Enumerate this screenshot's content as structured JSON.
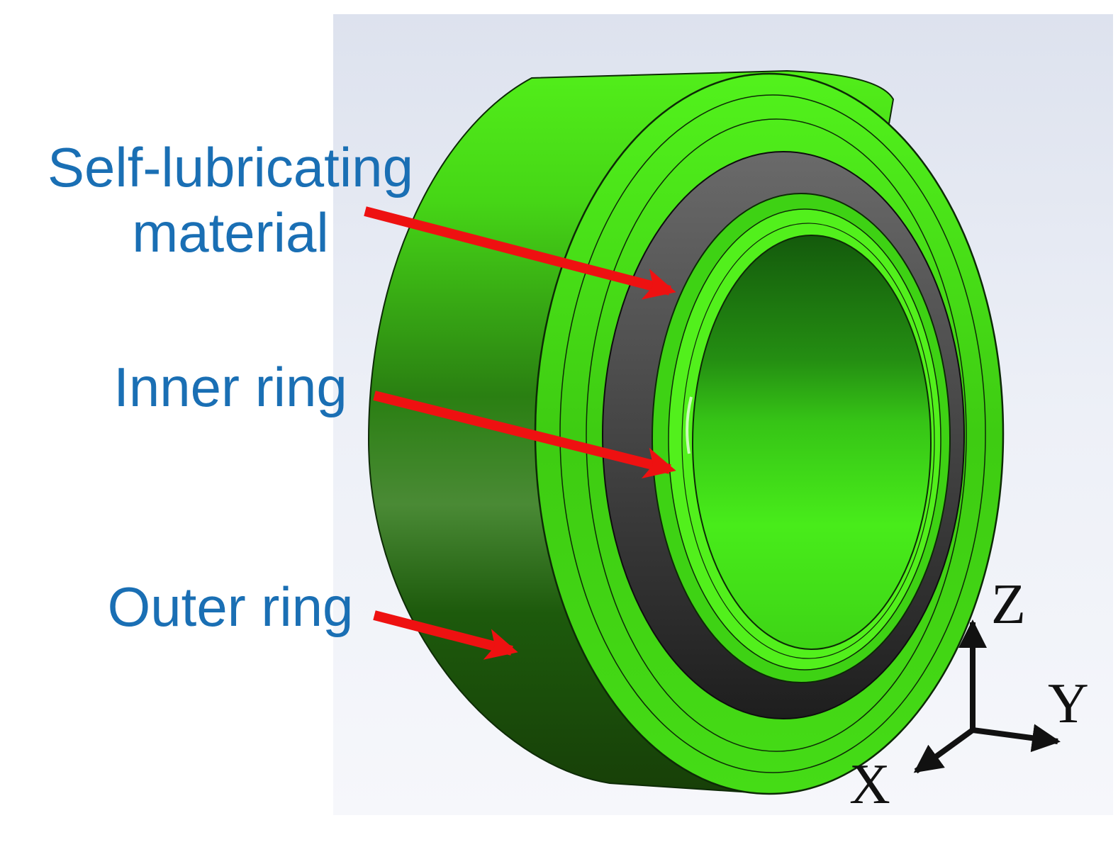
{
  "labels": {
    "self_lubricating": [
      "Self-lubricating",
      "material"
    ],
    "inner_ring": "Inner ring",
    "outer_ring": "Outer ring"
  },
  "axes": {
    "z": "Z",
    "y": "Y",
    "x": "X"
  },
  "colors": {
    "label_text": "#1a6fb4",
    "arrow": "#ee1111",
    "ring_green": "#44e014",
    "ring_dark_green": "#1c5a0c",
    "lubricant_gray": "#3a3a3a",
    "background": "#e4e8f2"
  }
}
